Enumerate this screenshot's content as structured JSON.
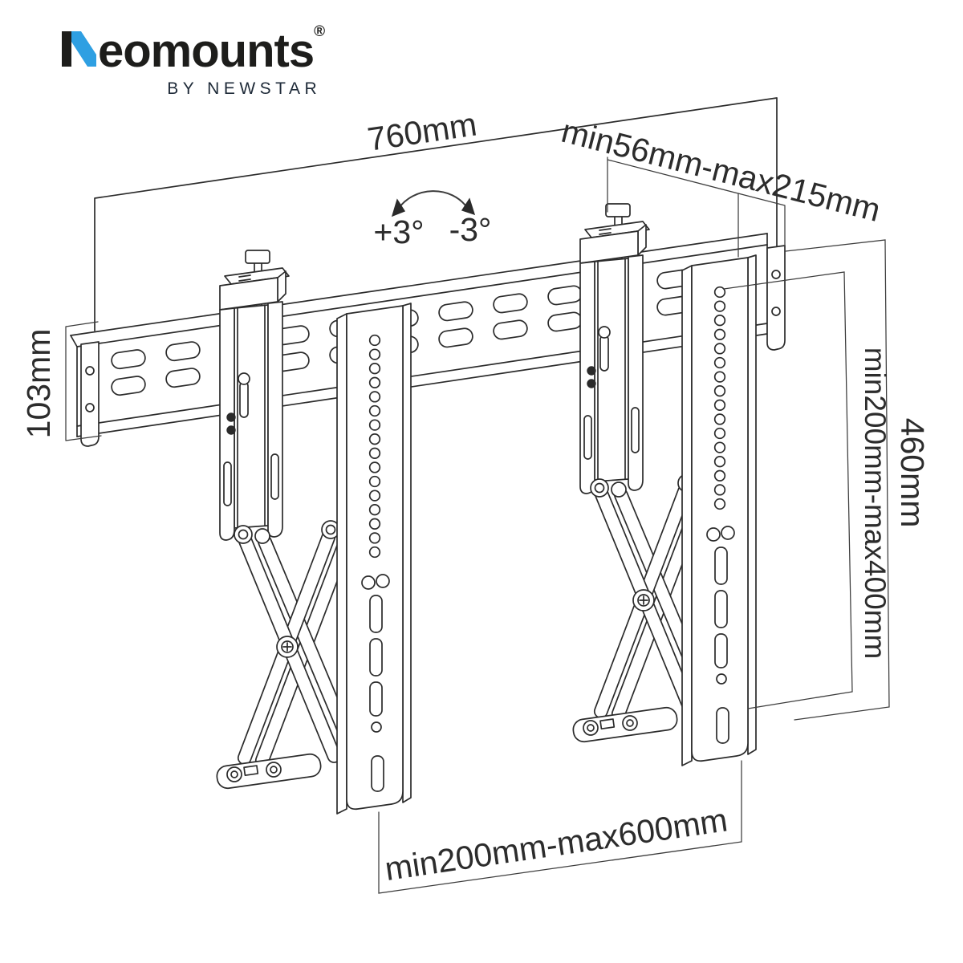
{
  "brand": {
    "name": "Neomounts",
    "name_initial": "N",
    "name_rest": "eomounts",
    "registered": "®",
    "byline": "BY NEWSTAR",
    "accent_color": "#2e9fe2",
    "text_color": "#1d1d1b",
    "byline_color": "#1e2a38"
  },
  "diagram": {
    "background": "#ffffff",
    "line_color": "#2b2b2b",
    "dim_line_color": "#3c3c3c",
    "dim_text_color": "#2c2c2c",
    "dimensions": {
      "rail_width": "760mm",
      "wall_distance": "min56mm-max215mm",
      "rail_height": "103mm",
      "bracket_height": "460mm",
      "vesa_height_range": "min200mm-max400mm",
      "vesa_width_range": "min200mm-max600mm",
      "tilt_up": "+3°",
      "tilt_down": "-3°"
    }
  }
}
